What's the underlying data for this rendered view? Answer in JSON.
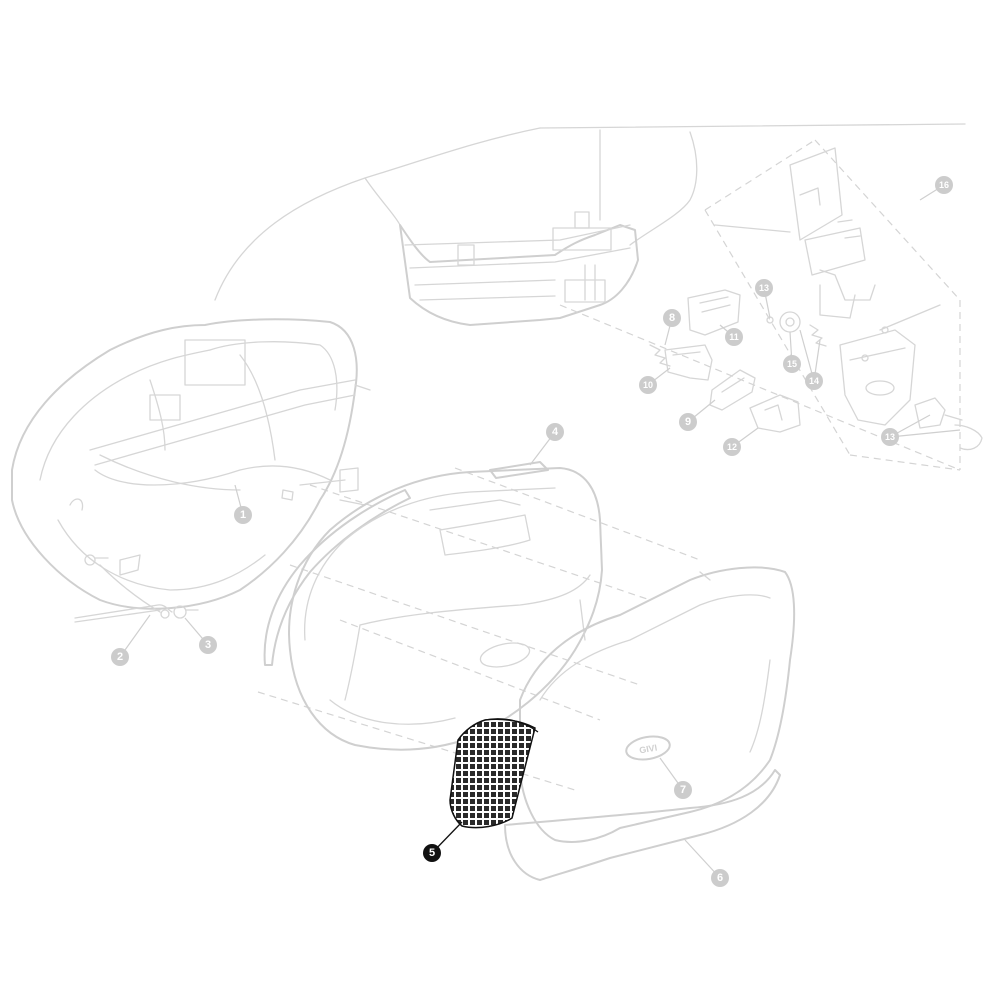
{
  "diagram": {
    "callouts": [
      {
        "id": "1",
        "label": "1",
        "highlighted": false
      },
      {
        "id": "2",
        "label": "2",
        "highlighted": false
      },
      {
        "id": "3",
        "label": "3",
        "highlighted": false
      },
      {
        "id": "4",
        "label": "4",
        "highlighted": false
      },
      {
        "id": "5",
        "label": "5",
        "highlighted": true
      },
      {
        "id": "6",
        "label": "6",
        "highlighted": false
      },
      {
        "id": "7",
        "label": "7",
        "highlighted": false
      },
      {
        "id": "8",
        "label": "8",
        "highlighted": false
      },
      {
        "id": "9",
        "label": "9",
        "highlighted": false
      },
      {
        "id": "10",
        "label": "10",
        "highlighted": false
      },
      {
        "id": "11",
        "label": "11",
        "highlighted": false
      },
      {
        "id": "12",
        "label": "12",
        "highlighted": false
      },
      {
        "id": "13a",
        "label": "13",
        "highlighted": false
      },
      {
        "id": "13b",
        "label": "13",
        "highlighted": false
      },
      {
        "id": "14",
        "label": "14",
        "highlighted": false
      },
      {
        "id": "15",
        "label": "15",
        "highlighted": false
      },
      {
        "id": "16",
        "label": "16",
        "highlighted": false
      }
    ],
    "cover_logo_text": "GIVI",
    "colors": {
      "outline": "#cfcfcf",
      "callout_fill": "#cccccc",
      "highlight": "#111111",
      "background": "#ffffff"
    }
  }
}
